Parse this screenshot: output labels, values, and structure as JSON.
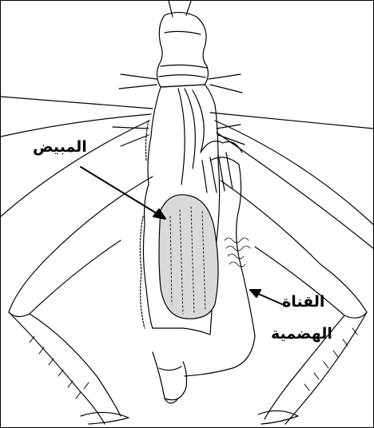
{
  "labels": {
    "ovary": "المبيض",
    "digestive_duct_line1": "القناة",
    "digestive_duct_line2": "الهضمية"
  },
  "colors": {
    "outline": "#000000",
    "ovary_fill": "#d9d9d9",
    "background": "#ffffff"
  }
}
